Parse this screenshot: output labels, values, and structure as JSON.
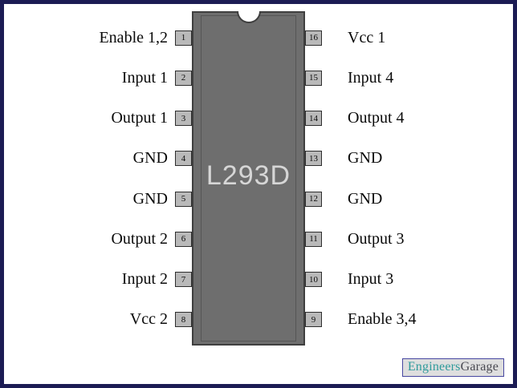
{
  "chip": {
    "name": "L293D"
  },
  "pins": {
    "left": [
      {
        "number": "1",
        "label": "Enable 1,2"
      },
      {
        "number": "2",
        "label": "Input 1"
      },
      {
        "number": "3",
        "label": "Output 1"
      },
      {
        "number": "4",
        "label": "GND"
      },
      {
        "number": "5",
        "label": "GND"
      },
      {
        "number": "6",
        "label": "Output 2"
      },
      {
        "number": "7",
        "label": "Input 2"
      },
      {
        "number": "8",
        "label": "Vcc 2"
      }
    ],
    "right": [
      {
        "number": "16",
        "label": "Vcc 1"
      },
      {
        "number": "15",
        "label": "Input 4"
      },
      {
        "number": "14",
        "label": "Output 4"
      },
      {
        "number": "13",
        "label": "GND"
      },
      {
        "number": "12",
        "label": "GND"
      },
      {
        "number": "11",
        "label": "Output 3"
      },
      {
        "number": "10",
        "label": "Input 3"
      },
      {
        "number": "9",
        "label": "Enable 3,4"
      }
    ]
  },
  "watermark": {
    "part1": "Engineers",
    "part2": "Garage"
  },
  "colors": {
    "frame_border": "#1c1c54",
    "chip_body": "#6e6e6e",
    "chip_outline": "#3f3f3f",
    "chip_label_text": "#d6d6d6",
    "pin_box_fill": "#b9b9b9",
    "watermark_teal": "#2f9b9b",
    "watermark_gray": "#4a4a52"
  }
}
